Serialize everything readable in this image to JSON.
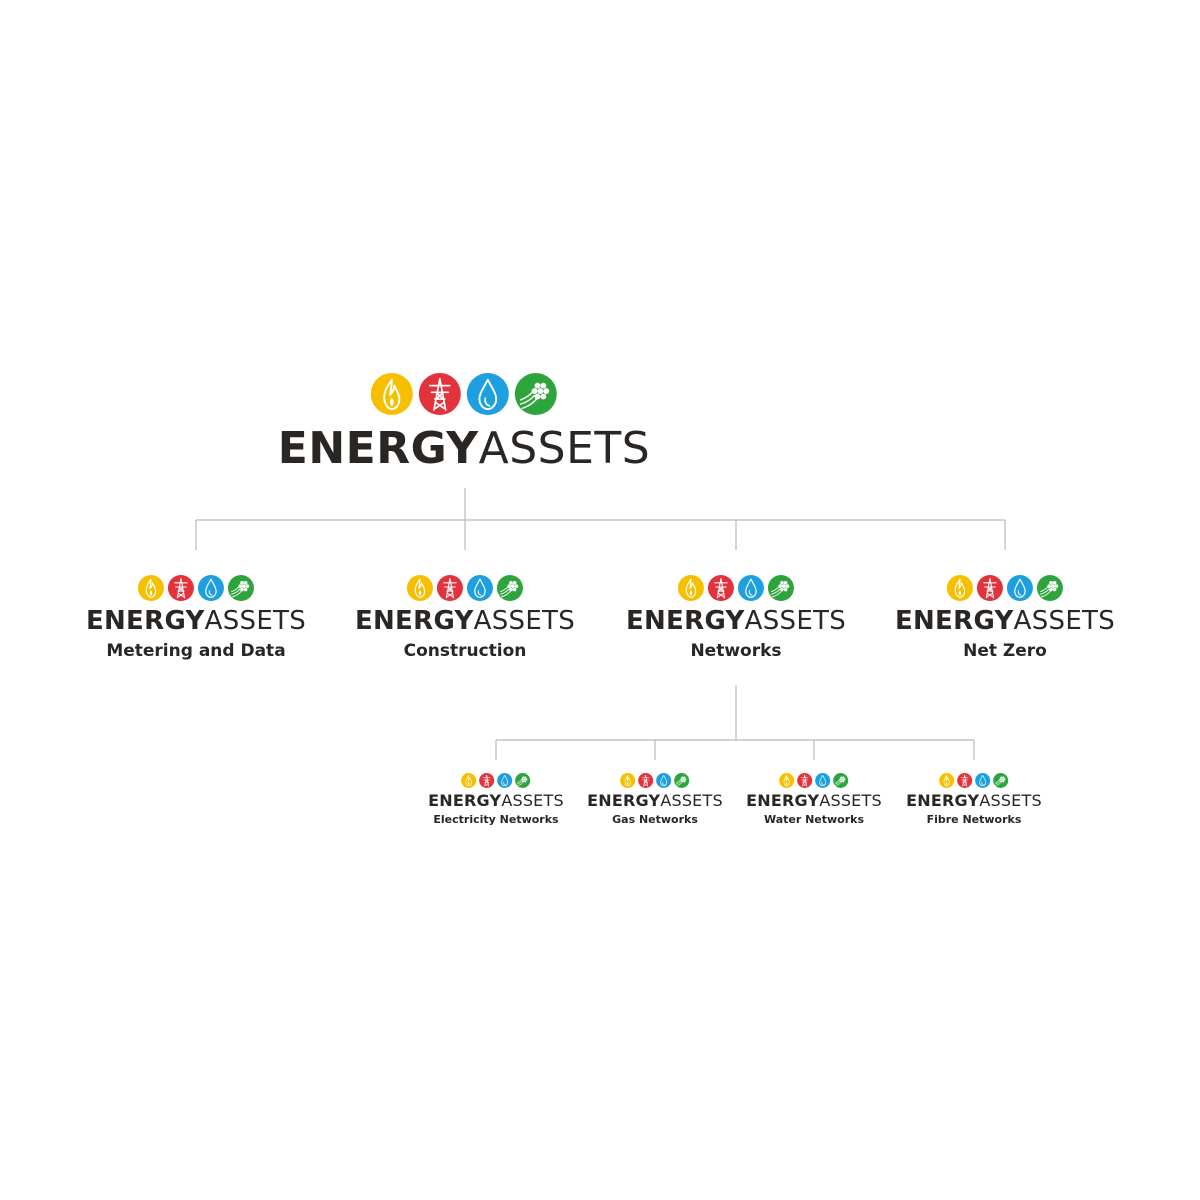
{
  "brand": {
    "name_bold": "ENERGY",
    "name_light": "ASSETS",
    "colors": {
      "gas": "#f6c000",
      "electricity": "#e2323c",
      "water": "#1e9fe0",
      "fibre": "#2ea43c",
      "text": "#2a2623",
      "connector": "#b9b9b9"
    },
    "icons": [
      "flame-icon",
      "pylon-icon",
      "water-drop-icon",
      "fibre-optic-icon"
    ]
  },
  "root": {
    "subtitle": ""
  },
  "divisions": [
    {
      "subtitle": "Metering and Data"
    },
    {
      "subtitle": "Construction"
    },
    {
      "subtitle": "Networks"
    },
    {
      "subtitle": "Net Zero"
    }
  ],
  "networks": [
    {
      "subtitle": "Electricity Networks"
    },
    {
      "subtitle": "Gas Networks"
    },
    {
      "subtitle": "Water Networks"
    },
    {
      "subtitle": "Fibre Networks"
    }
  ]
}
